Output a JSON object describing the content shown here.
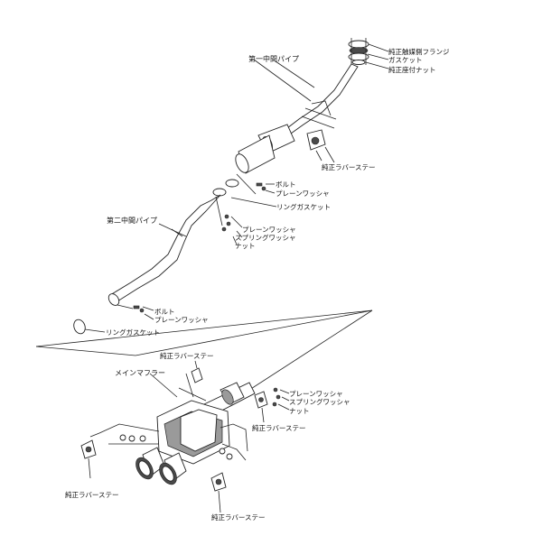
{
  "labels": {
    "flange": "純正触媒側フランジ",
    "gasket_top": "ガスケット",
    "nut_top": "純正座付ナット",
    "first_pipe": "第一中間パイプ",
    "rubber_stay_top": "純正ラバーステー",
    "bolt_1": "ボルト",
    "plain_washer_1": "プレーンワッシャ",
    "ring_gasket_1": "リングガスケット",
    "second_pipe": "第二中間パイプ",
    "plain_washer_2": "プレーンワッシャ",
    "spring_washer_2": "スプリングワッシャ",
    "nut_2": "ナット",
    "bolt_3": "ボルト",
    "plain_washer_3": "プレーンワッシャ",
    "ring_gasket_3": "リングガスケット",
    "rubber_stay_muffler_top": "純正ラバーステー",
    "main_muffler": "メインマフラー",
    "plain_washer_4": "プレーンワッシャ",
    "spring_washer_4": "スプリングワッシャ",
    "nut_4": "ナット",
    "rubber_stay_right": "純正ラバーステー",
    "rubber_stay_left": "純正ラバーステー",
    "rubber_stay_bottom": "純正ラバーステー"
  }
}
